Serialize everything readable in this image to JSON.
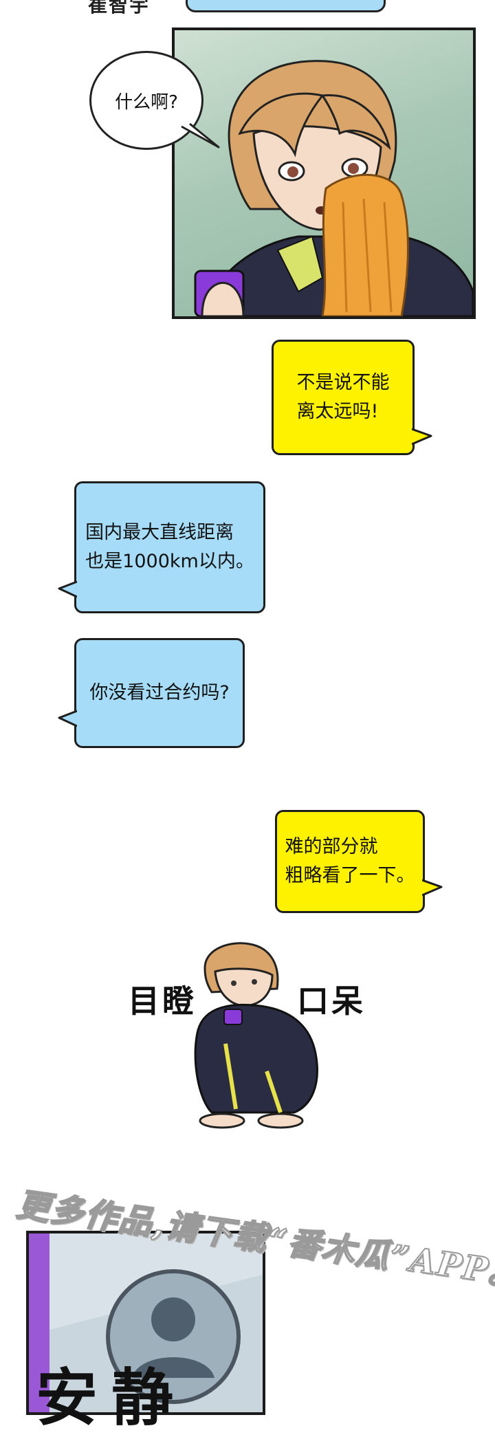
{
  "top": {
    "name_fragment": "崔智宇"
  },
  "panel1": {
    "speech": "什么啊?"
  },
  "bubbles": [
    {
      "color": "yellow",
      "text": "不是说不能\n离太远吗!"
    },
    {
      "color": "blue",
      "text": "国内最大直线距离\n也是1000km以内。"
    },
    {
      "color": "blue",
      "text": "你没看过合约吗?"
    },
    {
      "color": "yellow",
      "text": "难的部分就\n粗略看了一下。"
    }
  ],
  "sfx": {
    "left": "目瞪",
    "right": "口呆"
  },
  "watermark": {
    "text": "更多作品,请下载“番木瓜”APP。"
  },
  "bottom": {
    "sfx": "安静"
  },
  "colors": {
    "yellow": "#fff200",
    "blue": "#a6dcf8",
    "panel_bg": "#a8c8b4"
  }
}
